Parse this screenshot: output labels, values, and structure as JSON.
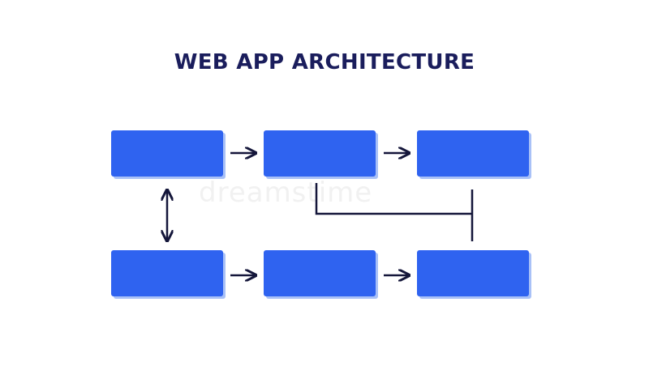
{
  "title": "WEB APP ARCHITECTURE",
  "watermark": "dreamstime",
  "colors": {
    "title": "#1a1d5c",
    "box_fill": "#2f63f0",
    "box_shadow": "#a9c1f7",
    "connector": "#14163a"
  },
  "boxes": [
    {
      "id": "box-top-left",
      "label": ""
    },
    {
      "id": "box-top-middle",
      "label": ""
    },
    {
      "id": "box-top-right",
      "label": ""
    },
    {
      "id": "box-bottom-left",
      "label": ""
    },
    {
      "id": "box-bottom-middle",
      "label": ""
    },
    {
      "id": "box-bottom-right",
      "label": ""
    }
  ]
}
